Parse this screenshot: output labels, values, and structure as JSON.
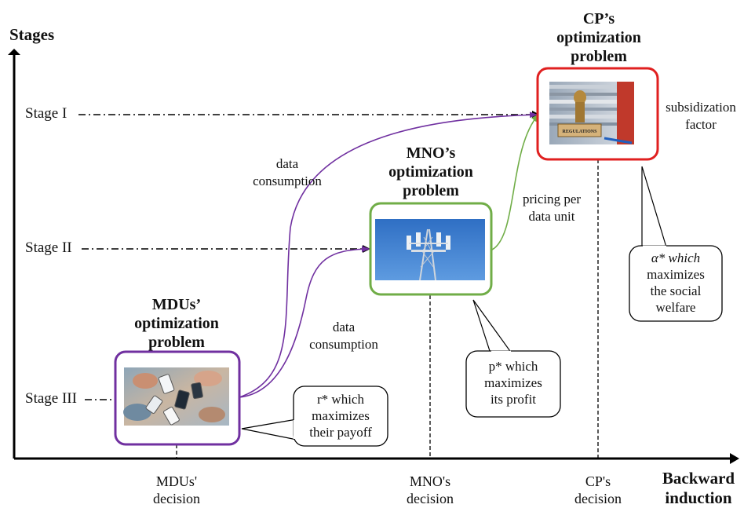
{
  "axes": {
    "y_label": "Stages",
    "x_label_line1": "Backward",
    "x_label_line2": "induction"
  },
  "stages": {
    "stage1": "Stage I",
    "stage2": "Stage II",
    "stage3": "Stage III"
  },
  "players": {
    "cp": {
      "title": [
        "CP’s",
        "optimization",
        "problem"
      ],
      "decision": [
        "CP's",
        "decision"
      ],
      "side_label": [
        "subsidization",
        "factor"
      ],
      "callout": [
        "α* which",
        "maximizes",
        "the social",
        "welfare"
      ],
      "border_color": "#e02020",
      "image_icon": "regulations-stamp-photo"
    },
    "mno": {
      "title": [
        "MNO’s",
        "optimization",
        "problem"
      ],
      "decision": [
        "MNO's",
        "decision"
      ],
      "callout": [
        "p* which",
        "maximizes",
        "its profit"
      ],
      "border_color": "#70ad47",
      "image_icon": "cell-tower-photo"
    },
    "mdu": {
      "title": [
        "MDUs’",
        "optimization",
        "problem"
      ],
      "decision": [
        "MDUs'",
        "decision"
      ],
      "callout": [
        "r* which",
        "maximizes",
        "their payoff"
      ],
      "border_color": "#7030a0",
      "image_icon": "smartphone-users-photo"
    }
  },
  "arrows": {
    "data_consumption_upper": [
      "data",
      "consumption"
    ],
    "data_consumption_lower": [
      "data",
      "consumption"
    ],
    "pricing": [
      "pricing per",
      "data unit"
    ],
    "purple_color": "#7030a0",
    "green_color": "#70ad47"
  }
}
